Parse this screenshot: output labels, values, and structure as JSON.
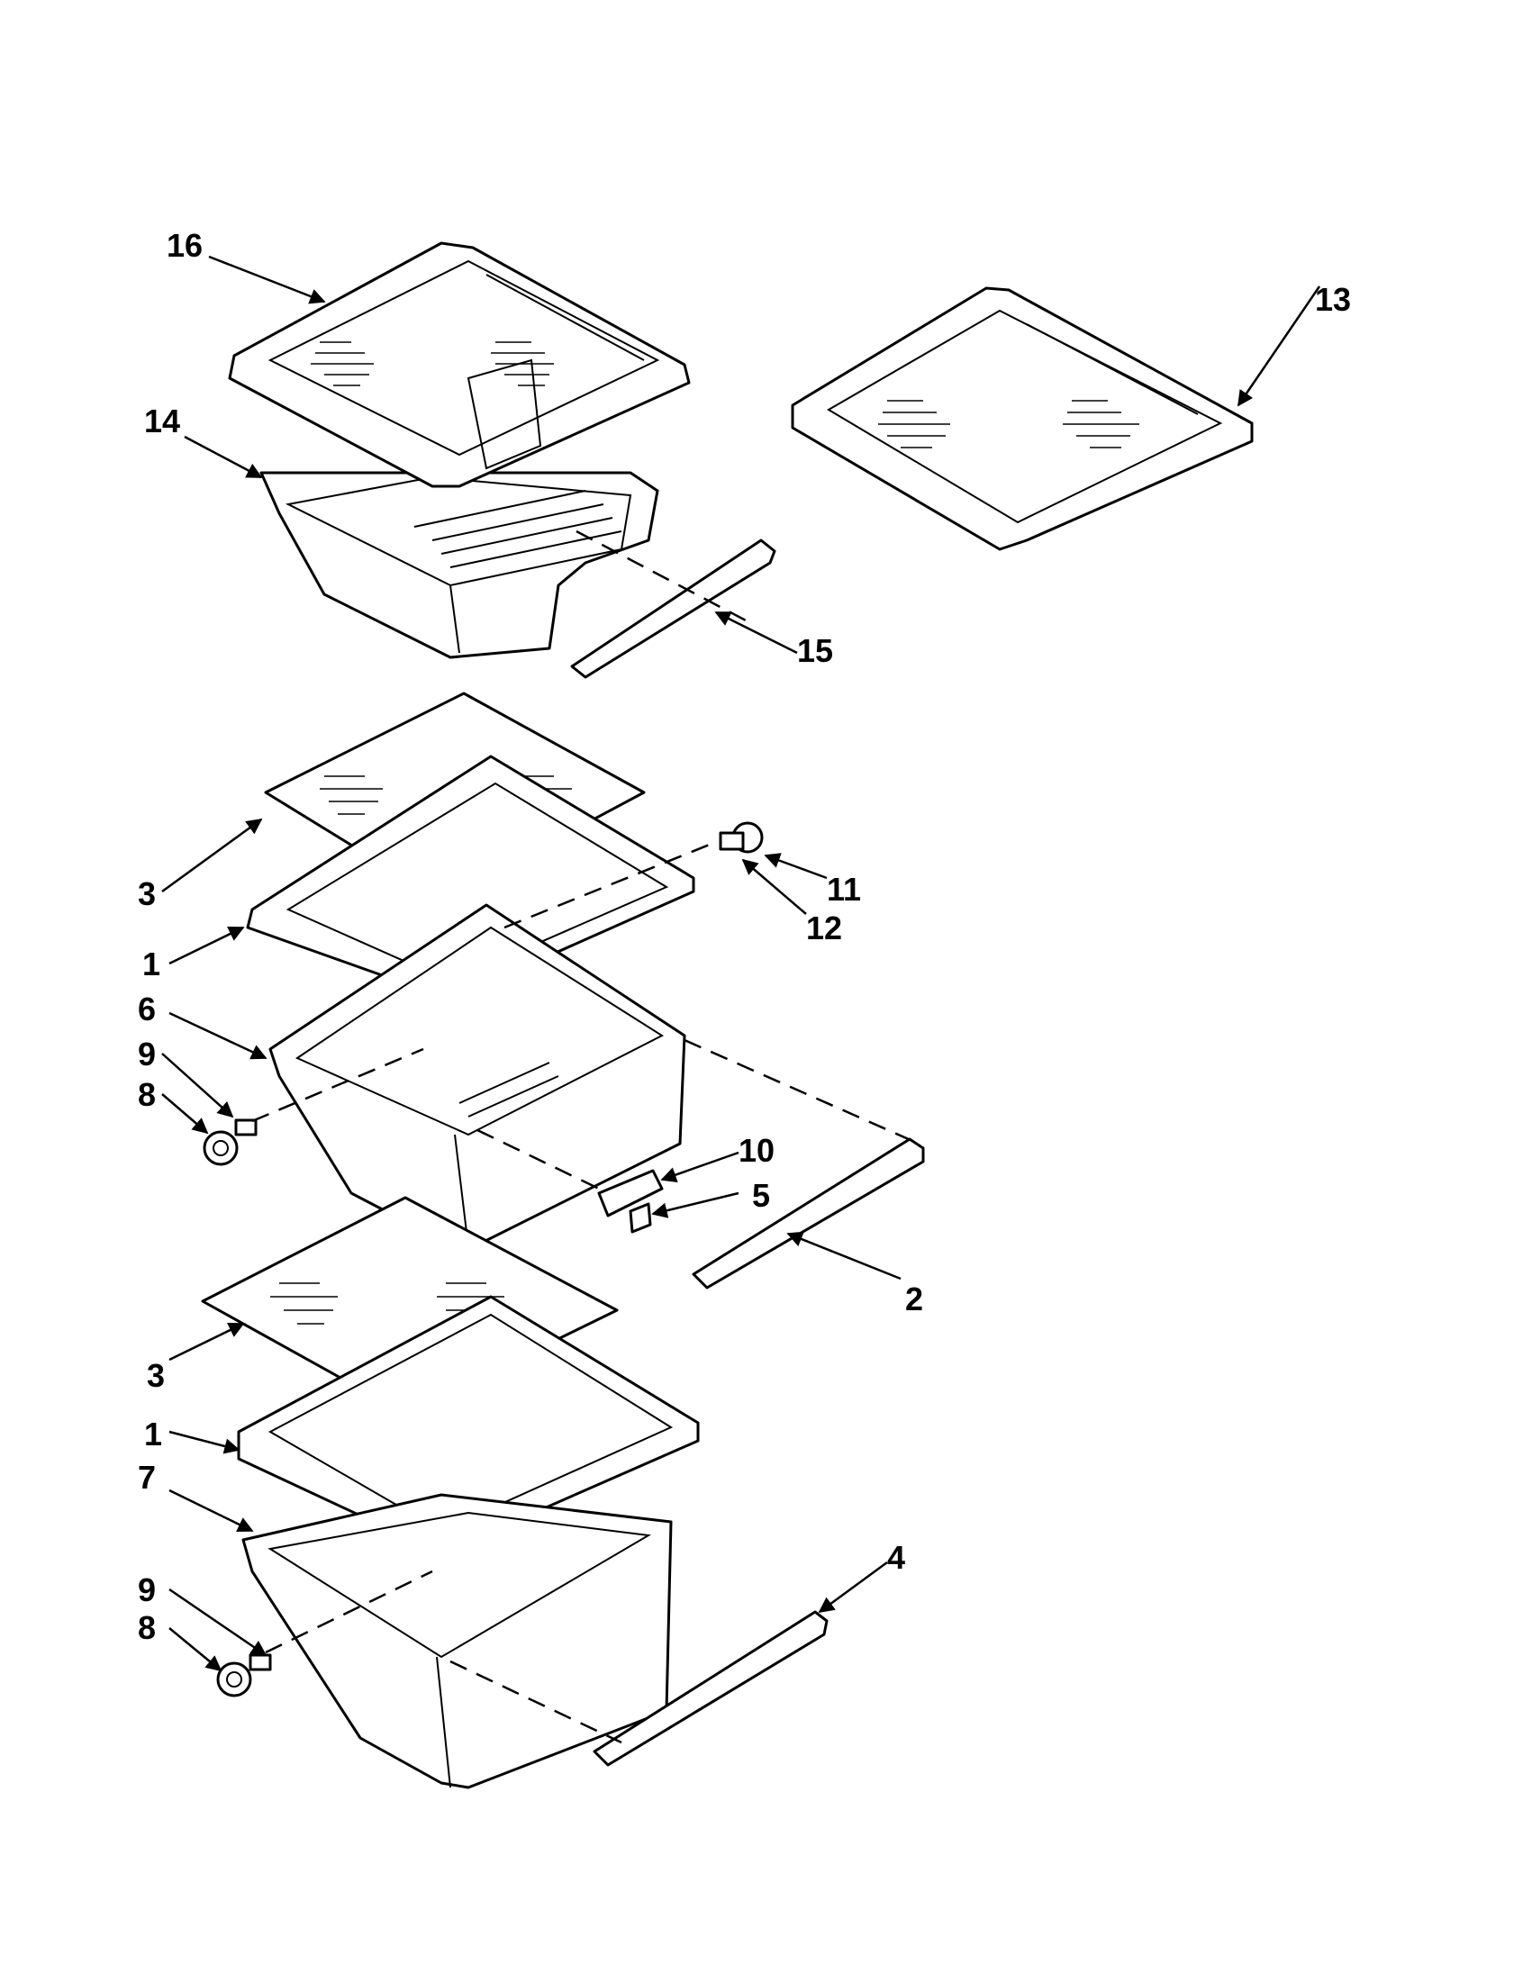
{
  "callouts": [
    {
      "id": "16",
      "text": "16"
    },
    {
      "id": "13",
      "text": "13"
    },
    {
      "id": "14",
      "text": "14"
    },
    {
      "id": "15",
      "text": "15"
    },
    {
      "id": "3a",
      "text": "3"
    },
    {
      "id": "1a",
      "text": "1"
    },
    {
      "id": "11",
      "text": "11"
    },
    {
      "id": "12",
      "text": "12"
    },
    {
      "id": "6",
      "text": "6"
    },
    {
      "id": "9a",
      "text": "9"
    },
    {
      "id": "8a",
      "text": "8"
    },
    {
      "id": "10",
      "text": "10"
    },
    {
      "id": "5",
      "text": "5"
    },
    {
      "id": "2",
      "text": "2"
    },
    {
      "id": "3b",
      "text": "3"
    },
    {
      "id": "1b",
      "text": "1"
    },
    {
      "id": "7",
      "text": "7"
    },
    {
      "id": "4",
      "text": "4"
    },
    {
      "id": "9b",
      "text": "9"
    },
    {
      "id": "8b",
      "text": "8"
    }
  ]
}
